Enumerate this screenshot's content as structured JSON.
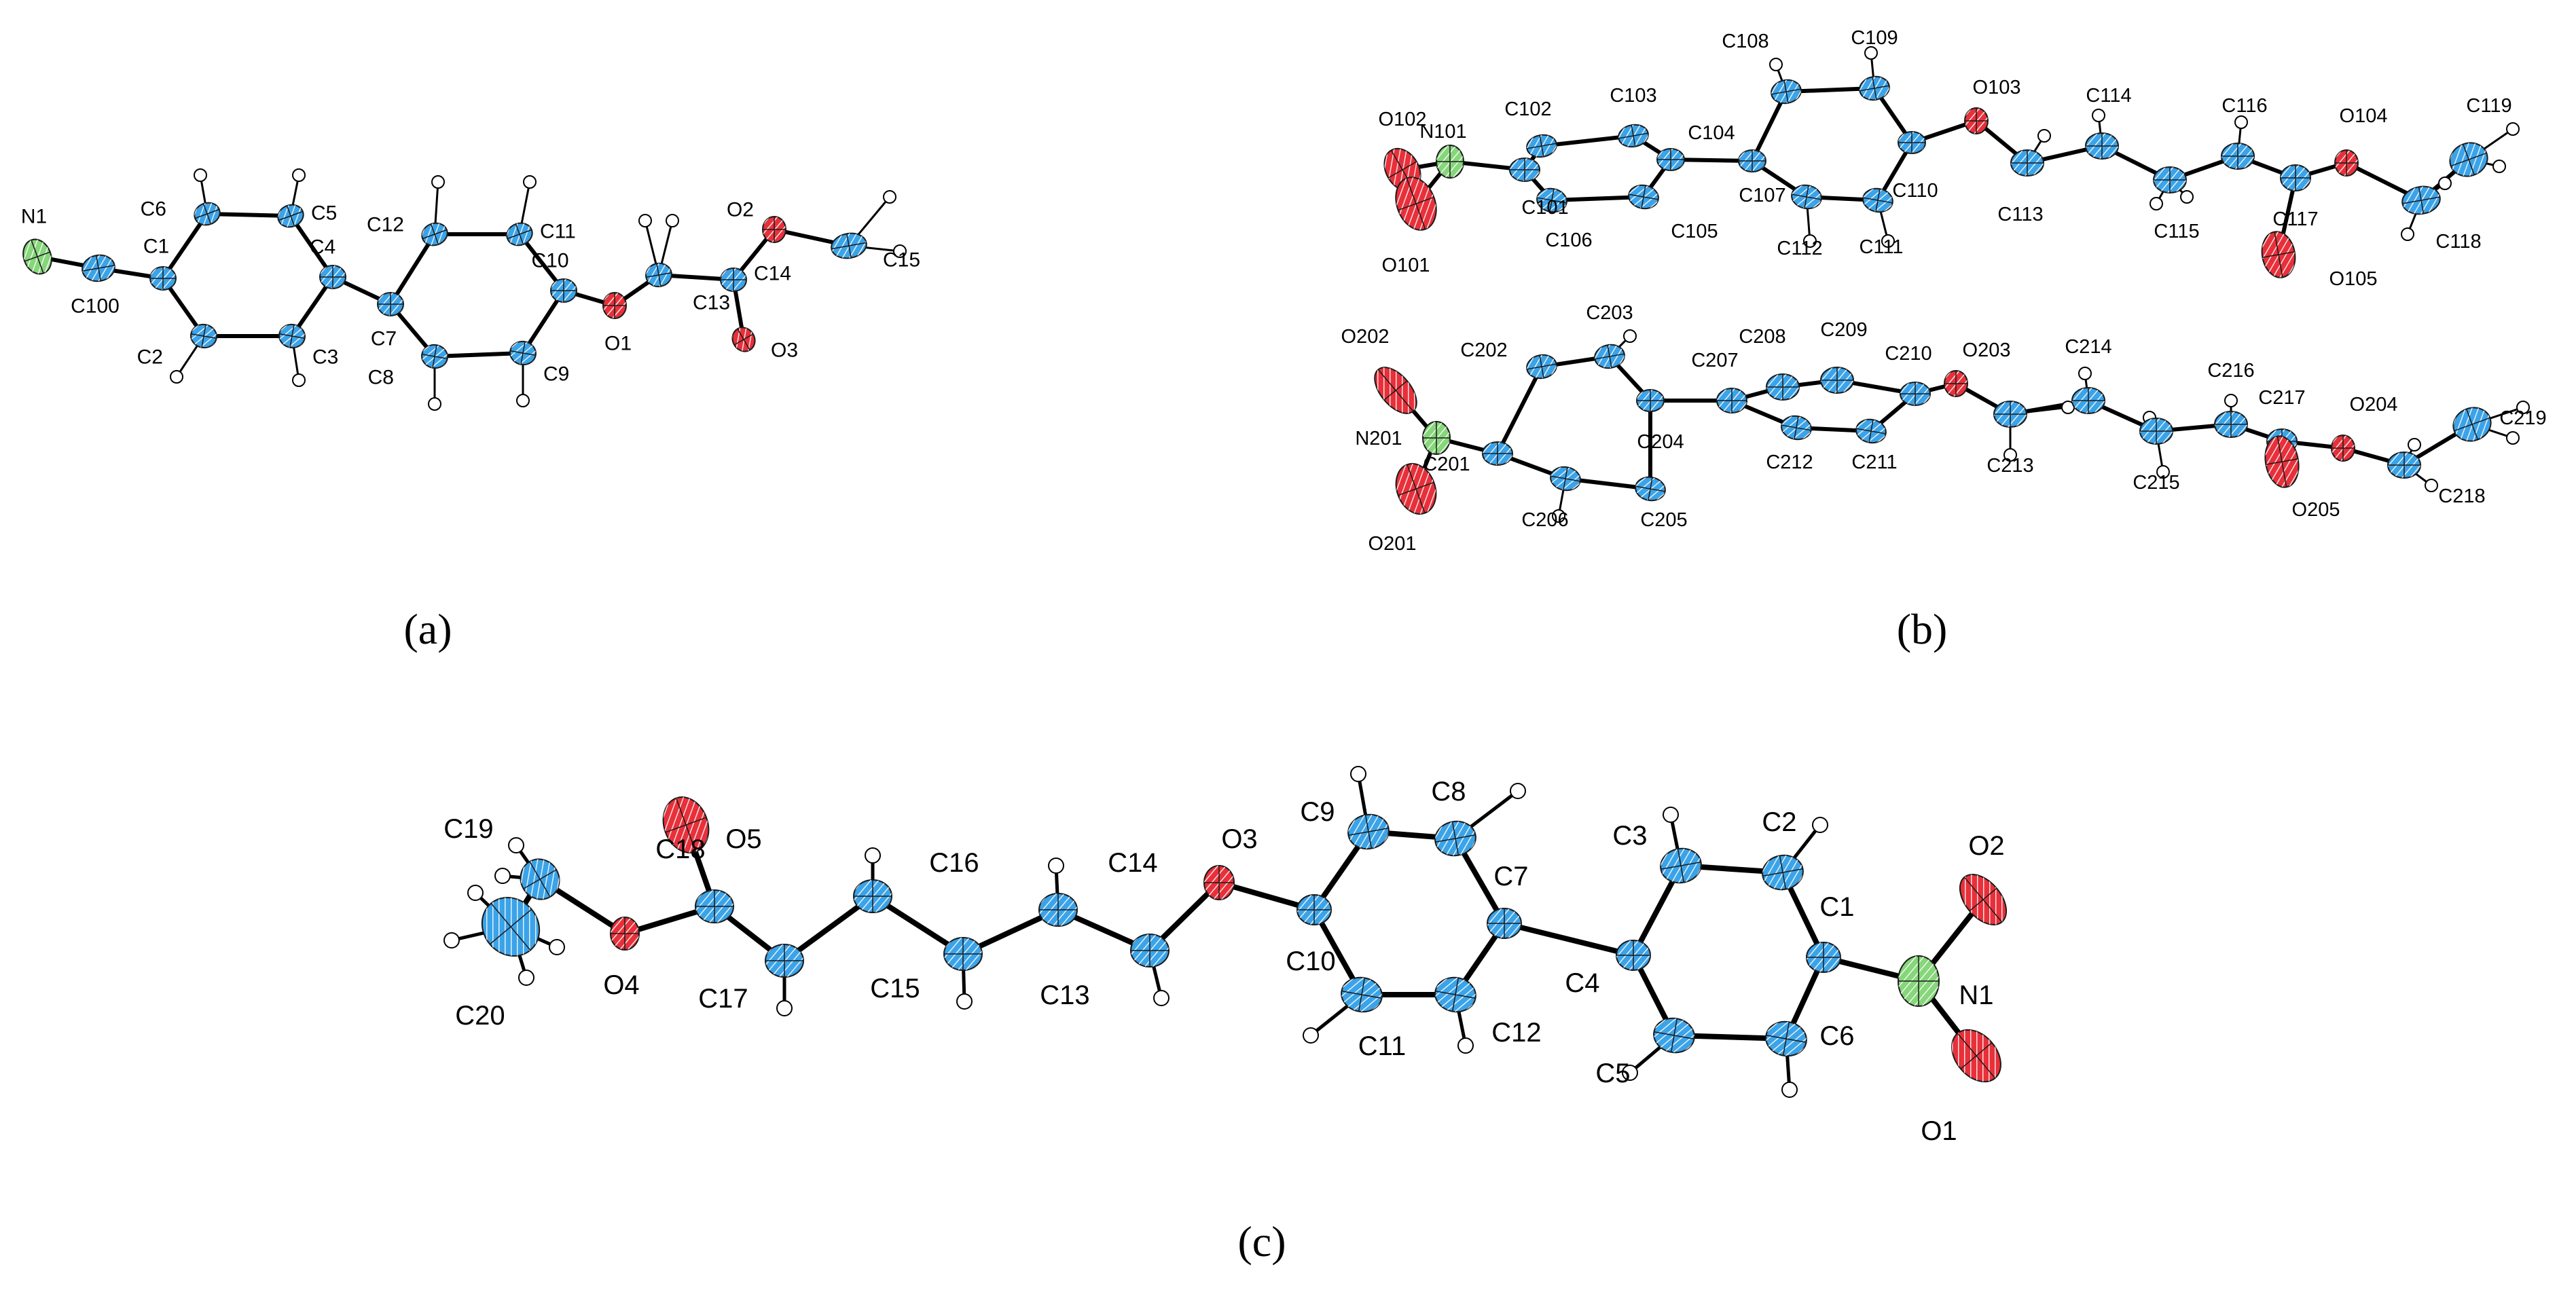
{
  "colors": {
    "carbon": "#3ba3e8",
    "oxygen": "#e8303a",
    "nitrogen": "#86d67a",
    "hydrogen": "#ffffff",
    "bond": "#000000"
  },
  "panels": [
    {
      "id": "a",
      "label_text": "(a)",
      "atoms": {
        "N1": "N1",
        "C100": "C100",
        "C1": "C1",
        "C2": "C2",
        "C3": "C3",
        "C4": "C4",
        "C5": "C5",
        "C6": "C6",
        "C7": "C7",
        "C8": "C8",
        "C9": "C9",
        "C10": "C10",
        "C11": "C11",
        "C12": "C12",
        "O1": "O1",
        "C13": "C13",
        "C14": "C14",
        "O2": "O2",
        "O3": "O3",
        "C15": "C15"
      }
    },
    {
      "id": "b",
      "label_text": "(b)",
      "atoms": {
        "O102": "O102",
        "O101": "O101",
        "N101": "N101",
        "C101": "C101",
        "C102": "C102",
        "C103": "C103",
        "C104": "C104",
        "C105": "C105",
        "C106": "C106",
        "C107": "C107",
        "C108": "C108",
        "C109": "C109",
        "C110": "C110",
        "C111": "C111",
        "C112": "C112",
        "O103": "O103",
        "C113": "C113",
        "C114": "C114",
        "C115": "C115",
        "C116": "C116",
        "C117": "C117",
        "O104": "O104",
        "O105": "O105",
        "C118": "C118",
        "C119": "C119",
        "O202": "O202",
        "O201": "O201",
        "N201": "N201",
        "C201": "C201",
        "C202": "C202",
        "C203": "C203",
        "C204": "C204",
        "C205": "C205",
        "C206": "C206",
        "C207": "C207",
        "C208": "C208",
        "C209": "C209",
        "C210": "C210",
        "C211": "C211",
        "C212": "C212",
        "O203": "O203",
        "C213": "C213",
        "C214": "C214",
        "C215": "C215",
        "C216": "C216",
        "C217": "C217",
        "O204": "O204",
        "O205": "O205",
        "C218": "C218",
        "C219": "C219"
      }
    },
    {
      "id": "c",
      "label_text": "(c)",
      "atoms": {
        "C19": "C19",
        "C20": "C20",
        "O4": "O4",
        "C18": "C18",
        "O5": "O5",
        "C17": "C17",
        "C16": "C16",
        "C15": "C15",
        "C14": "C14",
        "C13": "C13",
        "O3": "O3",
        "C10": "C10",
        "C9": "C9",
        "C8": "C8",
        "C7": "C7",
        "C11": "C11",
        "C12": "C12",
        "C4": "C4",
        "C3": "C3",
        "C2": "C2",
        "C1": "C1",
        "C5": "C5",
        "C6": "C6",
        "N1": "N1",
        "O1": "O1",
        "O2": "O2"
      }
    }
  ]
}
